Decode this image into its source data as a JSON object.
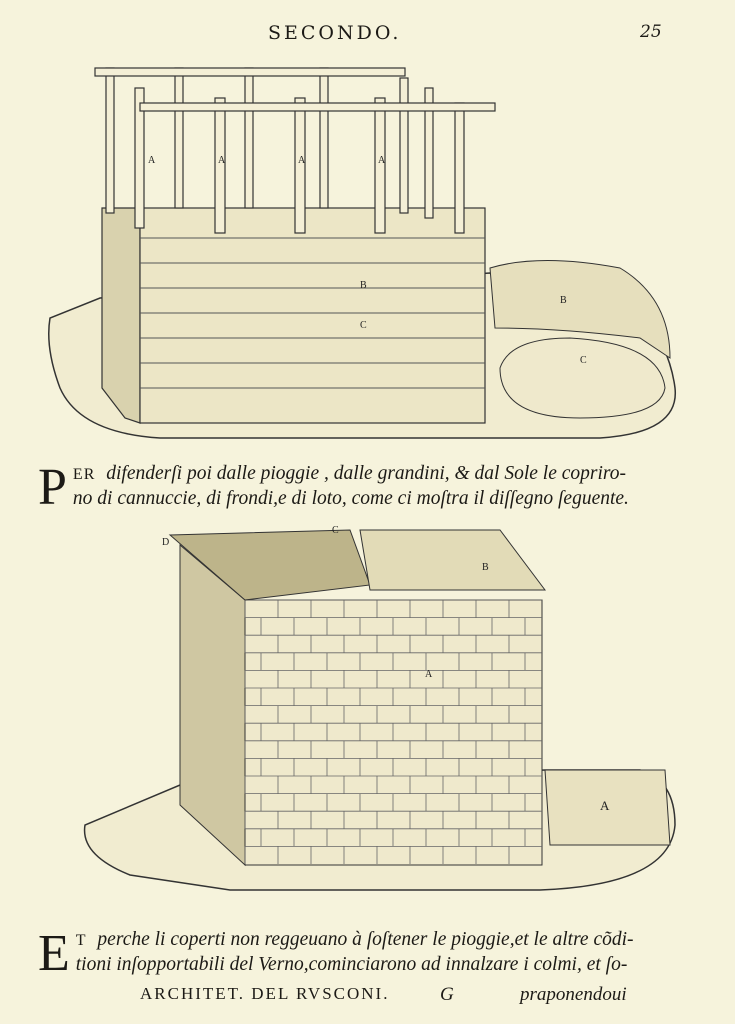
{
  "header": {
    "running_title": "SECONDO.",
    "page_number": "25"
  },
  "figure_top": {
    "labels": [
      "A",
      "A",
      "A",
      "A",
      "B",
      "C",
      "B",
      "C"
    ]
  },
  "paragraph_1": {
    "drop_cap": "P",
    "lead": "ER",
    "line1": "difenderſi poi dalle pioggie , dalle grandini, & dal Sole le copriro-",
    "line2": "no di cannuccie, di frondi,e di loto, come ci moſtra il diſſegno ſeguente."
  },
  "figure_bottom": {
    "labels": [
      "D",
      "C",
      "B",
      "A",
      "A"
    ]
  },
  "paragraph_2": {
    "drop_cap": "E",
    "lead": "T",
    "line1": "perche li coperti non reggeuano à ſoſtener le pioggie,et le altre cõdi-",
    "line2": "tioni inſopportabili del Verno,cominciarono ad innalzare i colmi, et ſo-"
  },
  "footer": {
    "book_title": "ARCHITET. DEL RVSCONI.",
    "signature": "G",
    "catchword": "praponendoui"
  }
}
